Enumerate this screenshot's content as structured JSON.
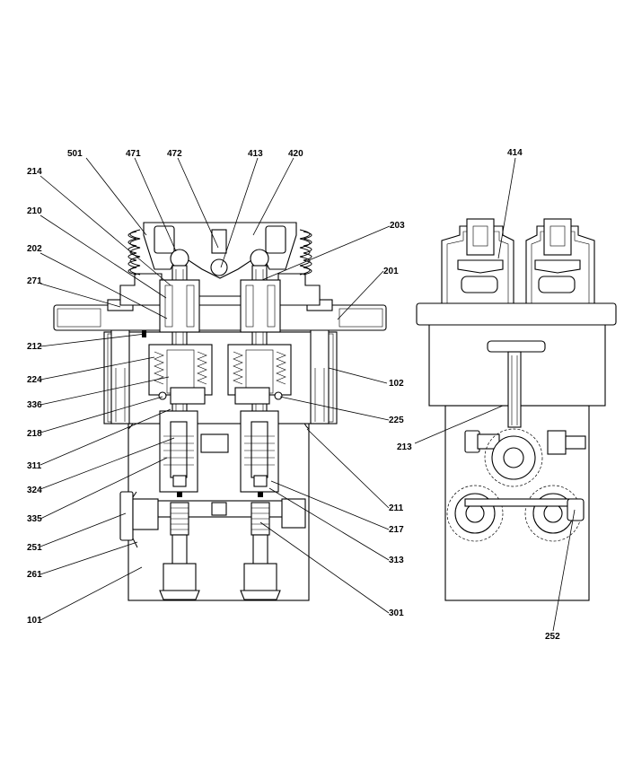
{
  "callouts": [
    {
      "id": "c501",
      "text": "501"
    },
    {
      "id": "c471",
      "text": "471"
    },
    {
      "id": "c472",
      "text": "472"
    },
    {
      "id": "c413",
      "text": "413"
    },
    {
      "id": "c420",
      "text": "420"
    },
    {
      "id": "c214",
      "text": "214"
    },
    {
      "id": "c210",
      "text": "210"
    },
    {
      "id": "c202",
      "text": "202"
    },
    {
      "id": "c271",
      "text": "271"
    },
    {
      "id": "c212",
      "text": "212"
    },
    {
      "id": "c224",
      "text": "224"
    },
    {
      "id": "c336",
      "text": "336"
    },
    {
      "id": "c218",
      "text": "218"
    },
    {
      "id": "c311",
      "text": "311"
    },
    {
      "id": "c324",
      "text": "324"
    },
    {
      "id": "c335",
      "text": "335"
    },
    {
      "id": "c251",
      "text": "251"
    },
    {
      "id": "c261",
      "text": "261"
    },
    {
      "id": "c101",
      "text": "101"
    },
    {
      "id": "c203",
      "text": "203"
    },
    {
      "id": "c201",
      "text": "201"
    },
    {
      "id": "c102",
      "text": "102"
    },
    {
      "id": "c225",
      "text": "225"
    },
    {
      "id": "c211",
      "text": "211"
    },
    {
      "id": "c217",
      "text": "217"
    },
    {
      "id": "c313",
      "text": "313"
    },
    {
      "id": "c301",
      "text": "301"
    },
    {
      "id": "c414",
      "text": "414"
    },
    {
      "id": "c213",
      "text": "213"
    },
    {
      "id": "c252",
      "text": "252"
    }
  ]
}
